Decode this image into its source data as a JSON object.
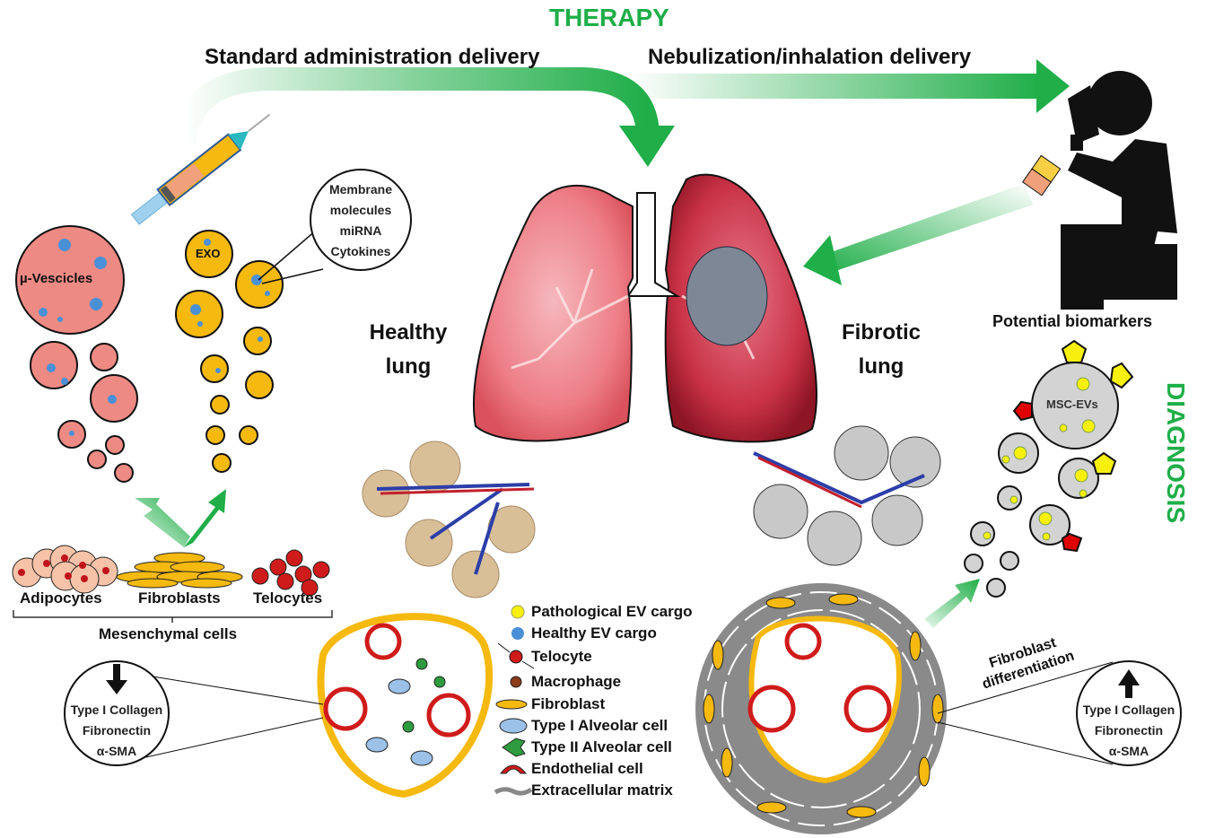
{
  "figure": {
    "title_therapy": "THERAPY",
    "title_diagnosis": "DIAGNOSIS",
    "colors": {
      "accent_green": "#1fae48",
      "exosome_yellow": "#f5b90f",
      "microvesicle_pink": "#ee8a84",
      "healthy_cargo_blue": "#4a90d6",
      "pathological_cargo_yellow": "#f7f00f",
      "ecm_gray": "#8a8a8a"
    }
  },
  "delivery": {
    "standard": "Standard administration delivery",
    "nebulization": "Nebulization/inhalation delivery"
  },
  "vesicles": {
    "microvesicles": "µ-Vescicles",
    "exosomes": "EXO",
    "cargo_callout": [
      "Membrane",
      "molecules",
      "miRNA",
      "Cytokines"
    ]
  },
  "lungs": {
    "healthy": [
      "Healthy",
      "lung"
    ],
    "fibrotic": [
      "Fibrotic",
      "lung"
    ]
  },
  "mesenchymal": {
    "cells": [
      "Adipocytes",
      "Fibroblasts",
      "Telocytes"
    ],
    "group_label": "Mesenchymal cells"
  },
  "healthy_markers": {
    "direction": "down",
    "items": [
      "Type I Collagen",
      "Fibronectin",
      "α-SMA"
    ]
  },
  "fibrotic_markers": {
    "direction": "up",
    "items": [
      "Type I Collagen",
      "Fibronectin",
      "α-SMA"
    ],
    "process_label": [
      "Fibroblast",
      "differentiation"
    ]
  },
  "diagnosis": {
    "biomarkers_label": "Potential biomarkers",
    "ev_label": "MSC-EVs"
  },
  "legend": [
    {
      "icon": "pathological-ev-cargo",
      "label": "Pathological EV cargo"
    },
    {
      "icon": "healthy-ev-cargo",
      "label": "Healthy EV cargo"
    },
    {
      "icon": "telocyte",
      "label": "Telocyte"
    },
    {
      "icon": "macrophage",
      "label": "Macrophage"
    },
    {
      "icon": "fibroblast",
      "label": "Fibroblast"
    },
    {
      "icon": "type-i-alveolar-cell",
      "label": "Type I Alveolar cell"
    },
    {
      "icon": "type-ii-alveolar-cell",
      "label": "Type II Alveolar cell"
    },
    {
      "icon": "endothelial-cell",
      "label": "Endothelial cell"
    },
    {
      "icon": "extracellular-matrix",
      "label": "Extracellular matrix"
    }
  ]
}
